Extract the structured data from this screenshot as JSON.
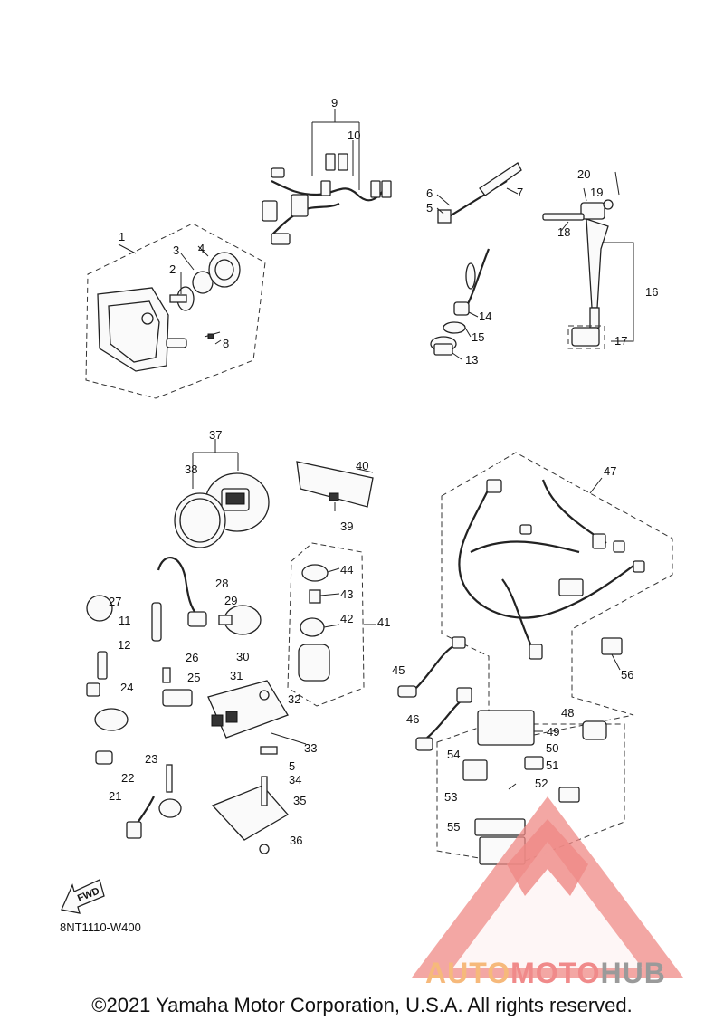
{
  "diagram_code": "8NT1110-W400",
  "fwd_label": "FWD",
  "copyright": "©2021 Yamaha Motor Corporation, U.S.A. All rights reserved.",
  "watermark": {
    "part1": "AUTO",
    "part2": "MOTO",
    "part3": "HUB",
    "colors": {
      "auto": "#f6b97b",
      "moto": "#f08a8a",
      "hub": "#9a9a9a",
      "logo": "#ef8a86"
    }
  },
  "callouts": [
    "1",
    "2",
    "3",
    "4",
    "5",
    "6",
    "7",
    "8",
    "9",
    "10",
    "11",
    "12",
    "13",
    "14",
    "15",
    "16",
    "17",
    "18",
    "19",
    "20",
    "21",
    "22",
    "23",
    "24",
    "25",
    "26",
    "27",
    "28",
    "29",
    "30",
    "31",
    "32",
    "33",
    "5",
    "34",
    "35",
    "36",
    "37",
    "38",
    "39",
    "40",
    "41",
    "42",
    "43",
    "44",
    "45",
    "46",
    "47",
    "48",
    "49",
    "50",
    "51",
    "52",
    "53",
    "54",
    "55",
    "56"
  ]
}
